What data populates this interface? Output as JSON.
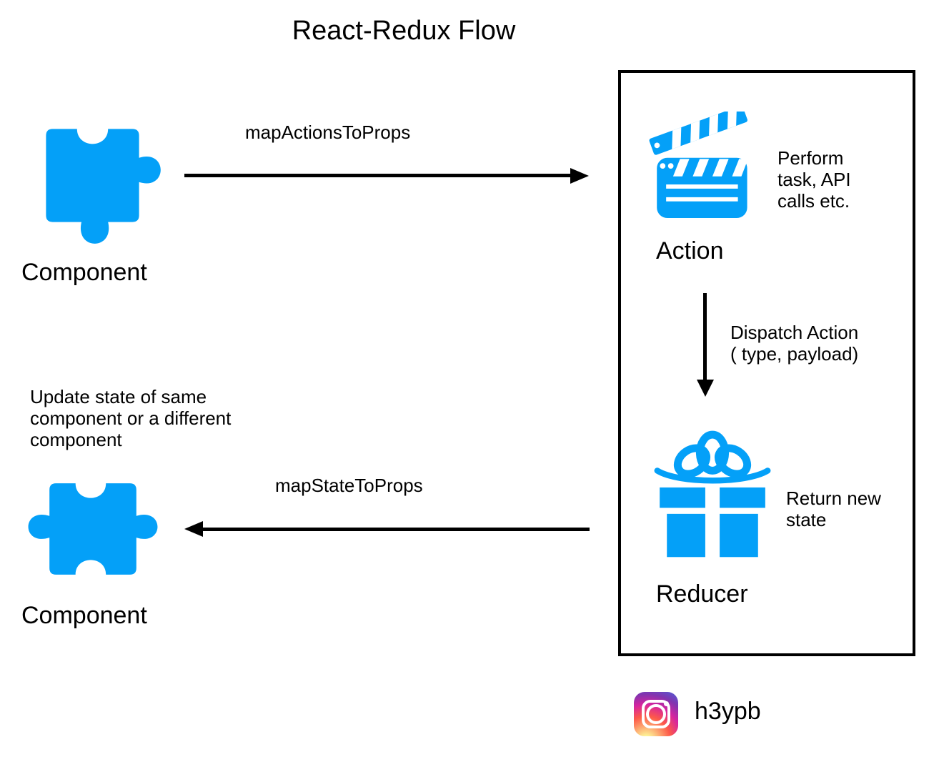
{
  "title": "React-Redux Flow",
  "colors": {
    "accent_blue": "#04A0F8",
    "arrow_black": "#000000",
    "instagram_gradient": [
      "#fdf497",
      "#fd5949",
      "#d6249f",
      "#515bd4"
    ]
  },
  "components": {
    "top": {
      "icon": "puzzle-piece-icon",
      "label": "Component"
    },
    "bottom": {
      "icon": "puzzle-piece-icon",
      "label": "Component"
    }
  },
  "update_note": {
    "line1": "Update state of same",
    "line2": "component or a different",
    "line3": "component"
  },
  "arrows": {
    "map_actions_to_props": {
      "label": "mapActionsToProps",
      "direction": "right"
    },
    "map_state_to_props": {
      "label": "mapStateToProps",
      "direction": "left"
    },
    "dispatch": {
      "line1": "Dispatch Action",
      "line2": "( type, payload)",
      "direction": "down"
    }
  },
  "store_box": {
    "action": {
      "icon": "clapperboard-icon",
      "label": "Action",
      "note": {
        "line1": "Perform",
        "line2": "task, API",
        "line3": "calls etc."
      }
    },
    "reducer": {
      "icon": "gift-icon",
      "label": "Reducer",
      "note": {
        "line1": "Return new",
        "line2": "state"
      }
    }
  },
  "footer": {
    "icon": "instagram-icon",
    "handle": "h3ypb"
  }
}
